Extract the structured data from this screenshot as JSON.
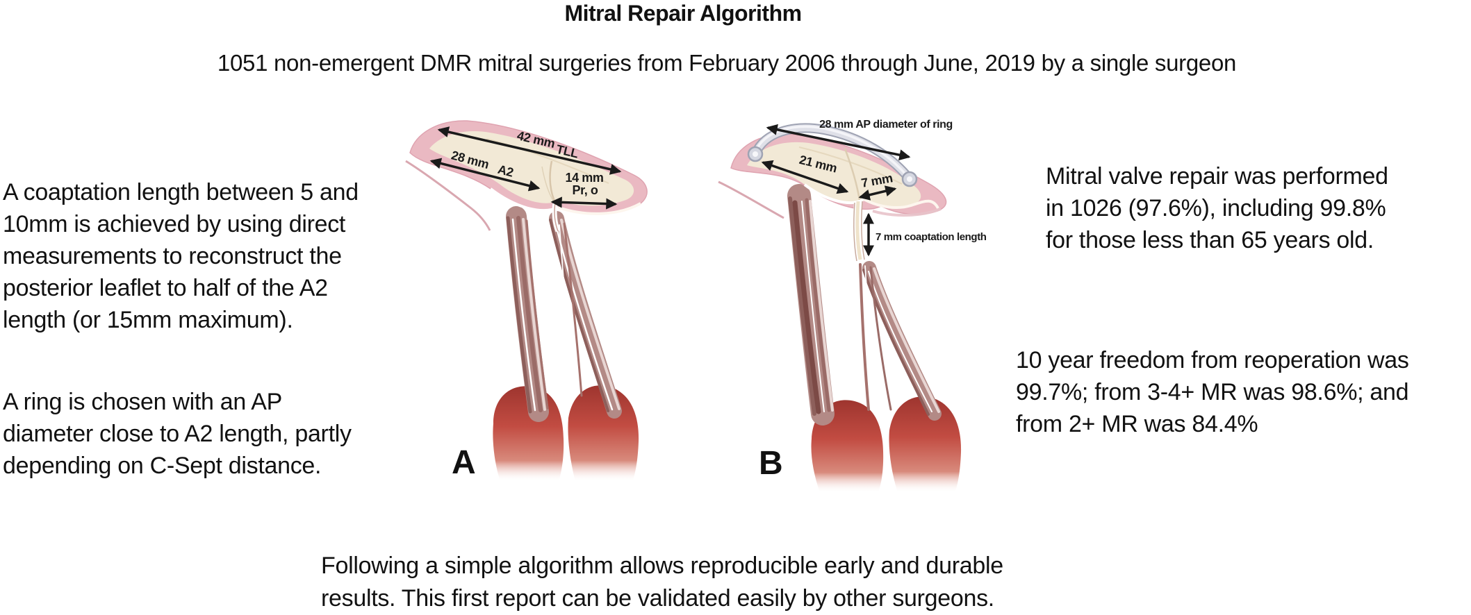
{
  "header": {
    "title": "Mitral Repair Algorithm",
    "subtitle": "1051 non-emergent DMR mitral surgeries from February 2006 through June, 2019 by a single surgeon"
  },
  "left_column": {
    "coaptation_paragraph": "A coaptation length between 5 and\n10mm is achieved by using direct\nmeasurements to reconstruct the\nposterior leaflet to half of the A2\nlength (or 15mm maximum).",
    "ring_paragraph": "A ring is chosen with an AP\ndiameter close to A2 length, partly\ndepending on C-Sept distance."
  },
  "right_column": {
    "repair_paragraph": "Mitral valve repair was performed\nin 1026 (97.6%), including 99.8%\nfor those less than 65 years old.",
    "outcomes_paragraph": "10 year freedom from reoperation was\n99.7%; from 3-4+ MR was 98.6%; and\nfrom 2+ MR was 84.4%"
  },
  "footer": {
    "conclusion": "Following a simple algorithm allows reproducible early and durable\nresults. This first report can be validated easily by other surgeons."
  },
  "panel_a": {
    "label": "A",
    "annotations": {
      "total_leaflet_value": "42 mm",
      "total_leaflet_label": "TLL",
      "a2_value": "28 mm",
      "a2_label": "A2",
      "posterior_value": "14 mm",
      "posterior_label": "Pr, o"
    }
  },
  "panel_b": {
    "label": "B",
    "annotations": {
      "ring_diameter": "28 mm AP diameter of ring",
      "a2_value": "21 mm",
      "posterior_value": "7 mm",
      "coaptation": "7 mm coaptation length"
    }
  },
  "colors": {
    "background": "#ffffff",
    "text": "#111111",
    "annotation_text": "#1a1a1a",
    "annulus_pink": "#eab9c2",
    "leaflet_cream": "#f2e9d6",
    "chordae_mauve": "#b38a86",
    "chordae_dark": "#8d5f5b",
    "muscle_red": "#b5433c",
    "ring_gray": "#dfe0e8"
  }
}
